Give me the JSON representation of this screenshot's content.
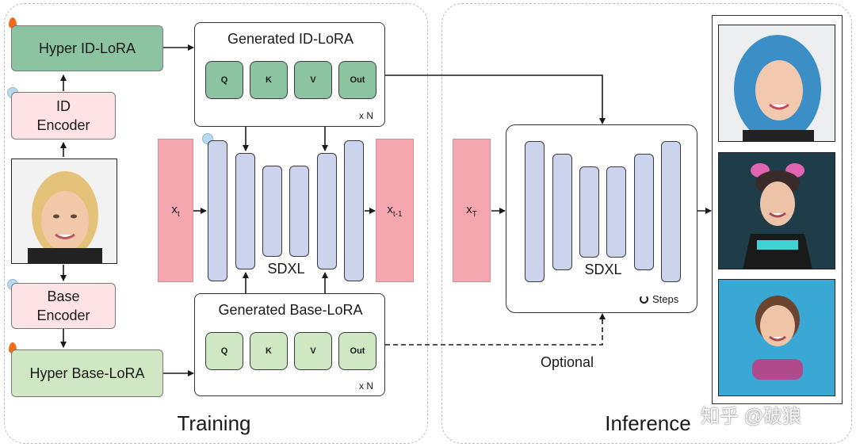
{
  "training": {
    "label": "Training",
    "hyper_id_lora": "Hyper ID-LoRA",
    "id_encoder": [
      "ID",
      "Encoder"
    ],
    "base_encoder": [
      "Base",
      "Encoder"
    ],
    "hyper_base_lora": "Hyper Base-LoRA",
    "generated_id_lora": {
      "title": "Generated ID-LoRA",
      "blocks": [
        "Q",
        "K",
        "V",
        "Out"
      ],
      "repeat": "x N"
    },
    "generated_base_lora": {
      "title": "Generated Base-LoRA",
      "blocks": [
        "Q",
        "K",
        "V",
        "Out"
      ],
      "repeat": "x N"
    },
    "latent_in": {
      "main": "x",
      "sub": "t"
    },
    "latent_out": {
      "main": "x",
      "sub": "t-1"
    },
    "model": "SDXL"
  },
  "inference": {
    "label": "Inference",
    "latent_in": {
      "main": "x",
      "sub": "T"
    },
    "model": "SDXL",
    "steps": "Steps",
    "optional": "Optional"
  },
  "watermark": "知乎 @破狼",
  "colors": {
    "trainable": "#8cc4a2",
    "trainable_light": "#cfe7c2",
    "frozen": "#fde3e6",
    "latent": "#f4a7ae",
    "unet": "#ccd3ec"
  }
}
